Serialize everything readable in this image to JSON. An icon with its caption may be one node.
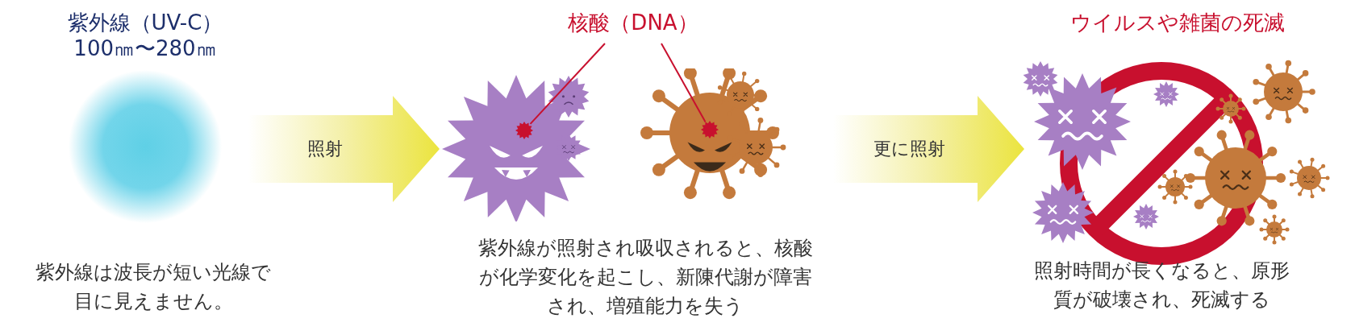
{
  "diagram": {
    "nodes": [
      {
        "text": [
          "紫外線（UV-C）",
          "100㎚〜280㎚"
        ],
        "beside": [
          "紫外線は波長が短い光線で目に見えません。"
        ]
      },
      {
        "text": [
          "核酸（DNA）"
        ]
      },
      {
        "text": [],
        "shape": "picture",
        "beside": [
          "紫外線が照射され吸収されると、核酸が化学変化を起こし、新陳代謝が障害され、増殖能力を失う"
        ]
      },
      {
        "text": [],
        "shape": "circle",
        "in": 2
      },
      {
        "text": [],
        "shape": "circle",
        "in": 2
      },
      {
        "text": [
          "ウイルスや雑菌の死滅"
        ],
        "beside": [
          "照射時間が長くなると、原形質が破壊され、死滅する"
        ]
      }
    ],
    "edges": [
      {
        "from": 0,
        "to": 2,
        "arrow": "to",
        "label": "照射"
      },
      {
        "from": 2,
        "to": 5,
        "arrow": "to",
        "label": "更に照射"
      },
      {
        "from": 1,
        "to": 3,
        "arrow": "none"
      },
      {
        "from": 1,
        "to": 4,
        "arrow": "none"
      }
    ]
  }
}
